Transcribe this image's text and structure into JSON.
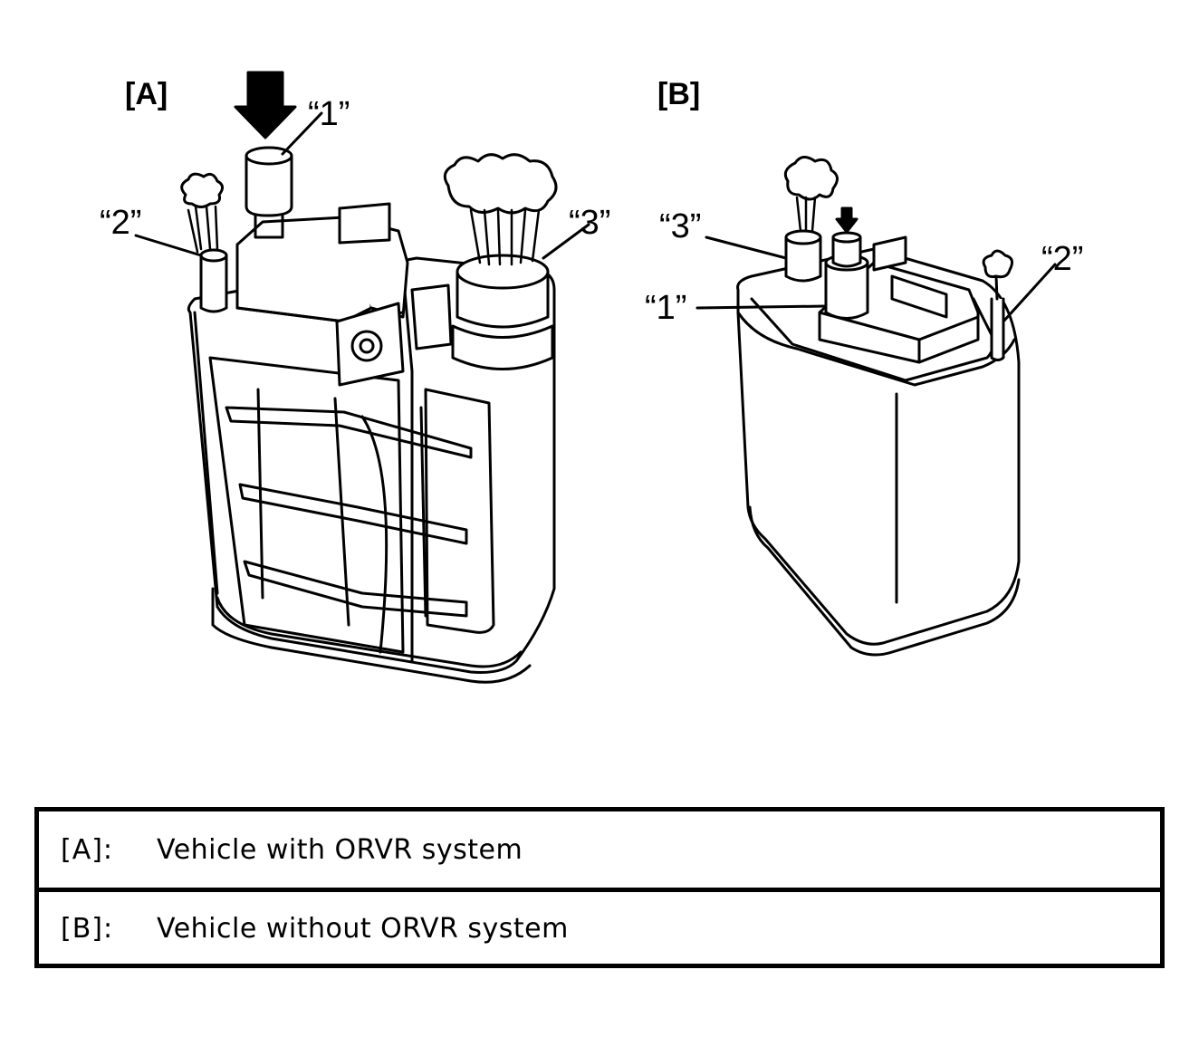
{
  "figure": {
    "panel_a": {
      "label": "[A]",
      "callouts": [
        "“1”",
        "“2”",
        "“3”"
      ]
    },
    "panel_b": {
      "label": "[B]",
      "callouts": [
        "“3”",
        "“1”",
        "“2”"
      ]
    }
  },
  "legend": {
    "rows": [
      {
        "key": "[A]:",
        "text": "Vehicle with ORVR system"
      },
      {
        "key": "[B]:",
        "text": "Vehicle without ORVR system"
      }
    ]
  },
  "colors": {
    "ink": "#000000",
    "paper": "#ffffff"
  }
}
